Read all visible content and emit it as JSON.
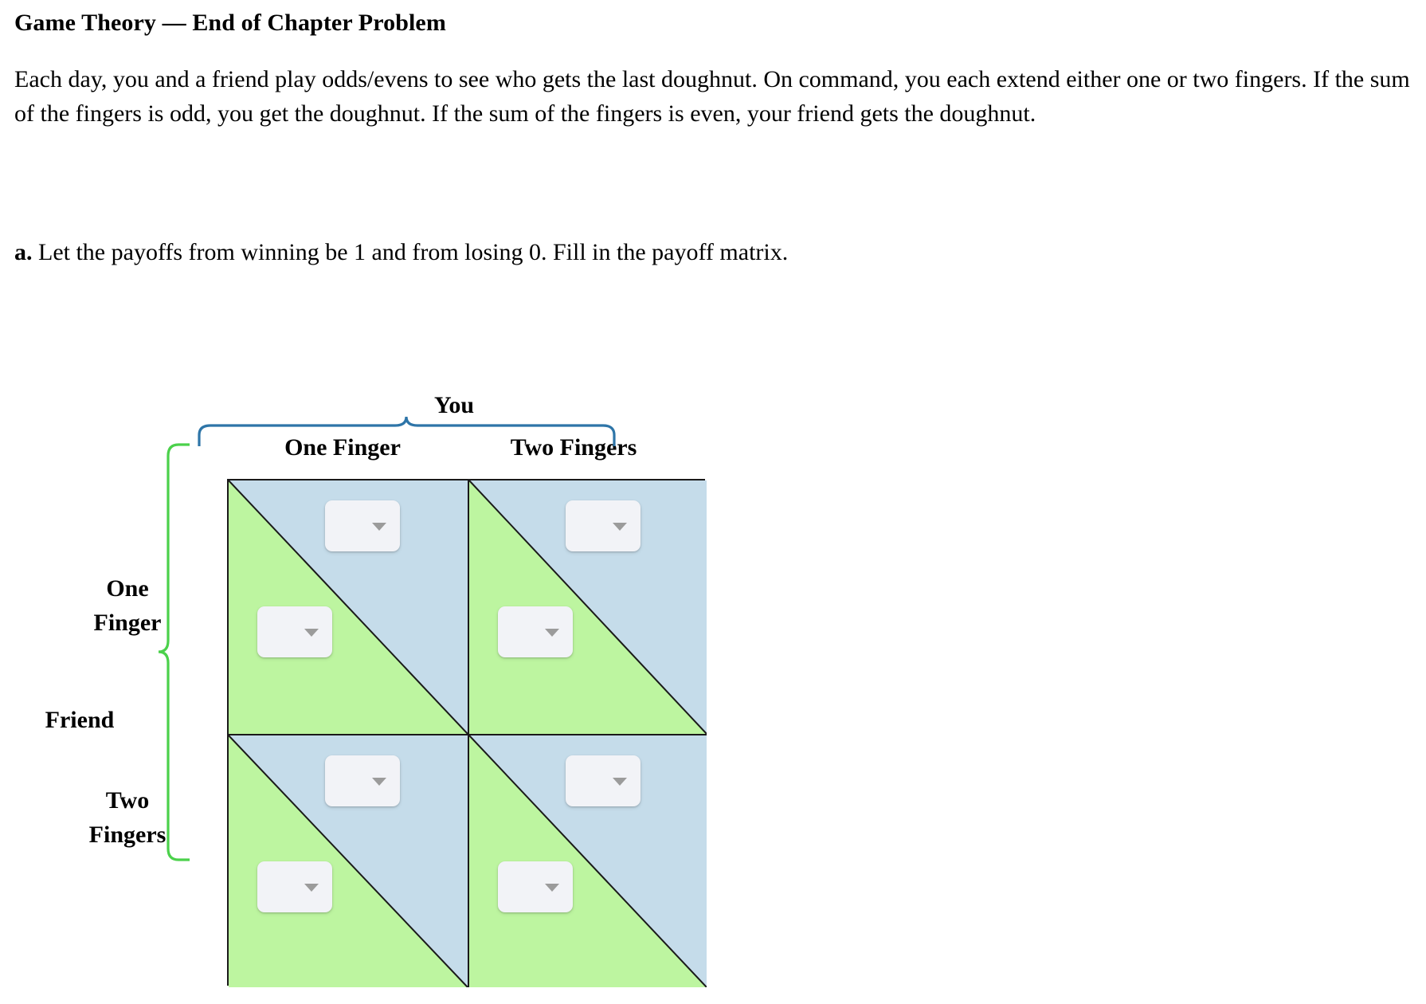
{
  "document": {
    "title": "Game Theory — End of Chapter Problem",
    "intro": "Each day, you and a friend play odds/evens to see who gets the last doughnut. On command, you each extend either one or two fingers. If the sum of the fingers is odd, you get the doughnut. If the sum of the fingers is even, your friend gets the doughnut.",
    "part_a_label": "a.",
    "part_a_text": " Let the payoffs from winning be 1 and from losing 0. Fill in the payoff matrix."
  },
  "matrix": {
    "column_player": "You",
    "row_player": "Friend",
    "column_headers": [
      "One Finger",
      "Two Fingers"
    ],
    "row_headers": [
      "One Finger",
      "Two Fingers"
    ],
    "row_header_lines": [
      [
        "One",
        "Finger"
      ],
      [
        "Two",
        "Fingers"
      ]
    ],
    "cells": [
      {
        "row": "One Finger",
        "col": "One Finger",
        "top_right": {
          "value": "",
          "placeholder": "",
          "icon": "chevron-down-icon"
        },
        "bottom_left": {
          "value": "",
          "placeholder": "",
          "icon": "chevron-down-icon"
        }
      },
      {
        "row": "One Finger",
        "col": "Two Fingers",
        "top_right": {
          "value": "",
          "placeholder": "",
          "icon": "chevron-down-icon"
        },
        "bottom_left": {
          "value": "",
          "placeholder": "",
          "icon": "chevron-down-icon"
        }
      },
      {
        "row": "Two Fingers",
        "col": "One Finger",
        "top_right": {
          "value": "",
          "placeholder": "",
          "icon": "chevron-down-icon"
        },
        "bottom_left": {
          "value": "",
          "placeholder": "",
          "icon": "chevron-down-icon"
        }
      },
      {
        "row": "Two Fingers",
        "col": "Two Fingers",
        "top_right": {
          "value": "",
          "placeholder": "",
          "icon": "chevron-down-icon"
        },
        "bottom_left": {
          "value": "",
          "placeholder": "",
          "icon": "chevron-down-icon"
        }
      }
    ]
  },
  "colors": {
    "upper_triangle_fill": "#c5dcea",
    "lower_triangle_fill": "#bdf5a0",
    "cell_border": "#1a1a1a",
    "column_brace": "#2e75a8",
    "row_brace": "#4bd14b",
    "dropdown_fill": "#f2f3f7",
    "dropdown_caret": "#9b9b9b"
  }
}
